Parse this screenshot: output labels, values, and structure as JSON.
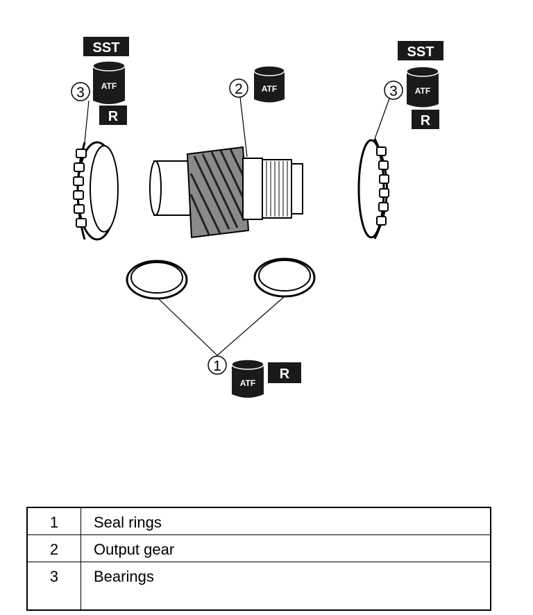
{
  "badges": {
    "sst": "SST",
    "atf": "ATF",
    "r": "R"
  },
  "callouts": {
    "seal_rings": "1",
    "output_gear": "2",
    "bearings": "3"
  },
  "legend": [
    {
      "num": "1",
      "label": "Seal rings"
    },
    {
      "num": "2",
      "label": "Output gear"
    },
    {
      "num": "3",
      "label": "Bearings"
    }
  ]
}
